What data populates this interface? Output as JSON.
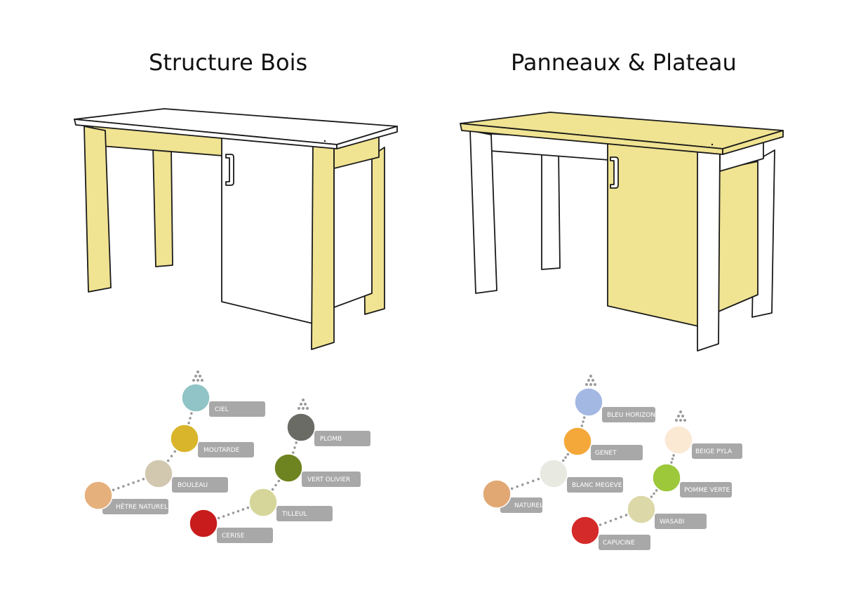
{
  "left": {
    "title": "Structure Bois",
    "colors": [
      {
        "label": "CIEL",
        "color": "#90c4c6"
      },
      {
        "label": "MOUTARDE",
        "color": "#d8b52a"
      },
      {
        "label": "BOULEAU",
        "color": "#d2c8b0"
      },
      {
        "label": "HÊTRE NATUREL",
        "color": "#e6b07c"
      },
      {
        "label": "PLOMB",
        "color": "#6b6b66"
      },
      {
        "label": "VERT OLIVIER",
        "color": "#6e8420"
      },
      {
        "label": "TILLEUL",
        "color": "#d6d69a"
      },
      {
        "label": "CERISE",
        "color": "#c81c1c"
      }
    ]
  },
  "right": {
    "title": "Panneaux & Plateau",
    "colors": [
      {
        "label": "BLEU HORIZON",
        "color": "#a4b8e4"
      },
      {
        "label": "GENET",
        "color": "#f4a83a"
      },
      {
        "label": "BLANC MEGEVE",
        "color": "#e8eae2"
      },
      {
        "label": "NATUREL",
        "color": "#e2a874"
      },
      {
        "label": "BEIGE PYLA",
        "color": "#fbe9d4"
      },
      {
        "label": "POMME VERTE",
        "color": "#9cc83a"
      },
      {
        "label": "WASABI",
        "color": "#dcd8a8"
      },
      {
        "label": "CAPUCINE",
        "color": "#d42a2a"
      }
    ]
  },
  "colors": {
    "highlight": "#f0e392",
    "outline": "#1a1a1a",
    "tag": "#a8a8a8",
    "dots": "#9a9a9a"
  }
}
